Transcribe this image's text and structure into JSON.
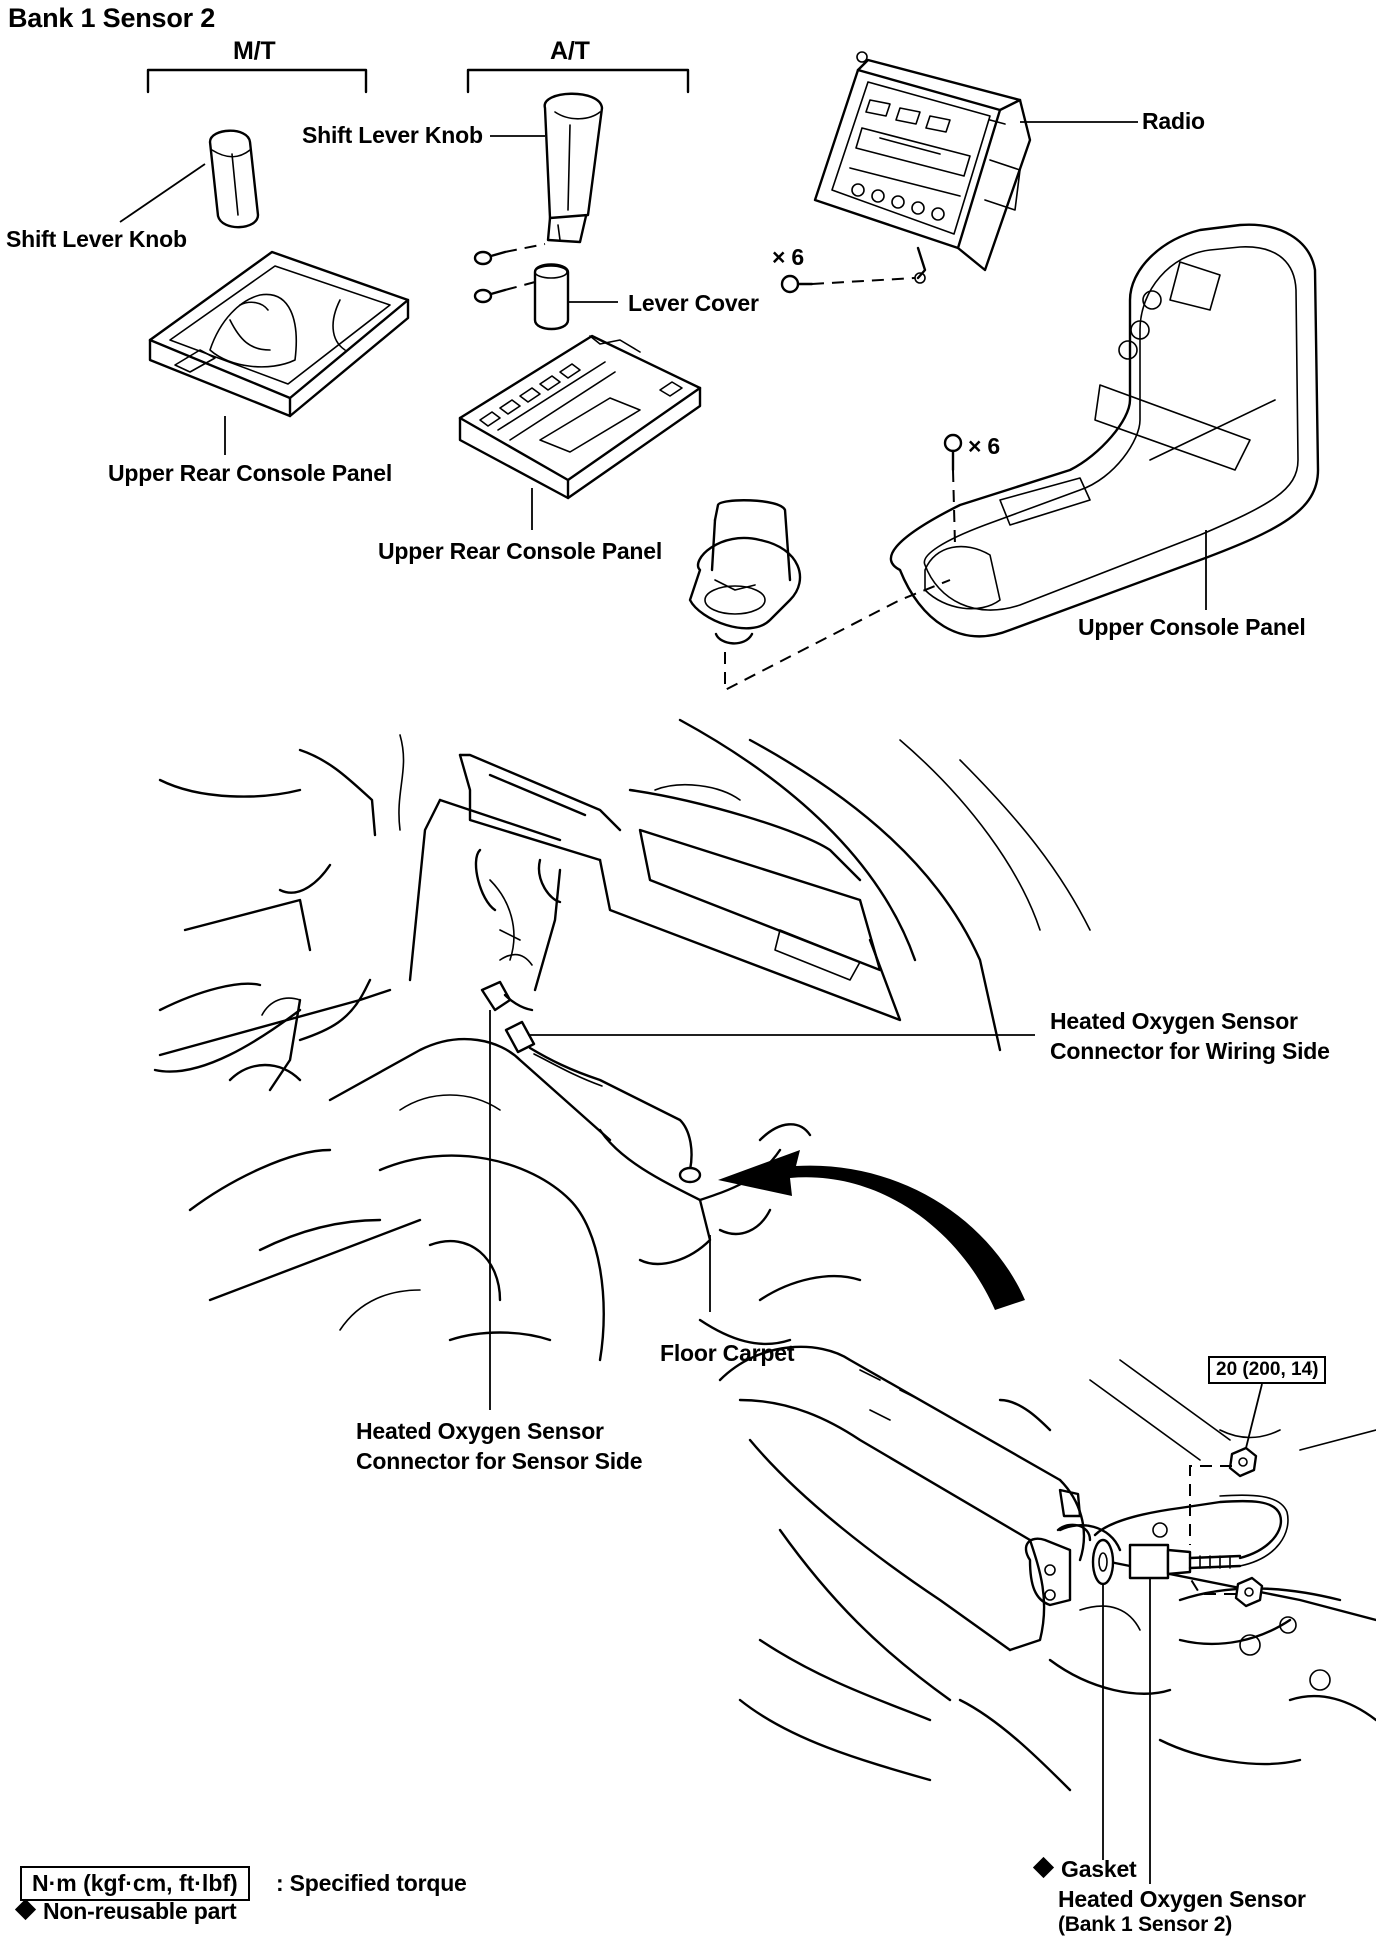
{
  "title": "Bank 1 Sensor 2",
  "groups": {
    "mt": "M/T",
    "at": "A/T"
  },
  "labels": {
    "shift_lever_knob_at": "Shift Lever Knob",
    "shift_lever_knob_mt": "Shift Lever Knob",
    "lever_cover": "Lever Cover",
    "radio": "Radio",
    "qty_radio_screws": "× 6",
    "qty_console_screws": "× 6",
    "upper_rear_console_panel_mt": "Upper Rear Console Panel",
    "upper_rear_console_panel_at": "Upper Rear Console Panel",
    "upper_console_panel": "Upper Console Panel",
    "ho2s_connector_wiring_line1": "Heated Oxygen Sensor",
    "ho2s_connector_wiring_line2": "Connector for Wiring Side",
    "floor_carpet": "Floor Carpet",
    "ho2s_connector_sensor_line1": "Heated Oxygen Sensor",
    "ho2s_connector_sensor_line2": "Connector for Sensor Side",
    "torque_spec": "20 (200, 14)",
    "gasket": "Gasket",
    "ho2s_line1": "Heated Oxygen Sensor",
    "ho2s_line2": "(Bank 1 Sensor 2)"
  },
  "legend": {
    "torque_unit": "N·m (kgf·cm, ft·lbf)",
    "torque_text": ": Specified torque",
    "nonreusable_text": "Non-reusable part"
  },
  "icons": {
    "nonreusable_marker": "filled-diamond-icon",
    "bolt": "bolt-icon",
    "screw": "screw-icon"
  }
}
